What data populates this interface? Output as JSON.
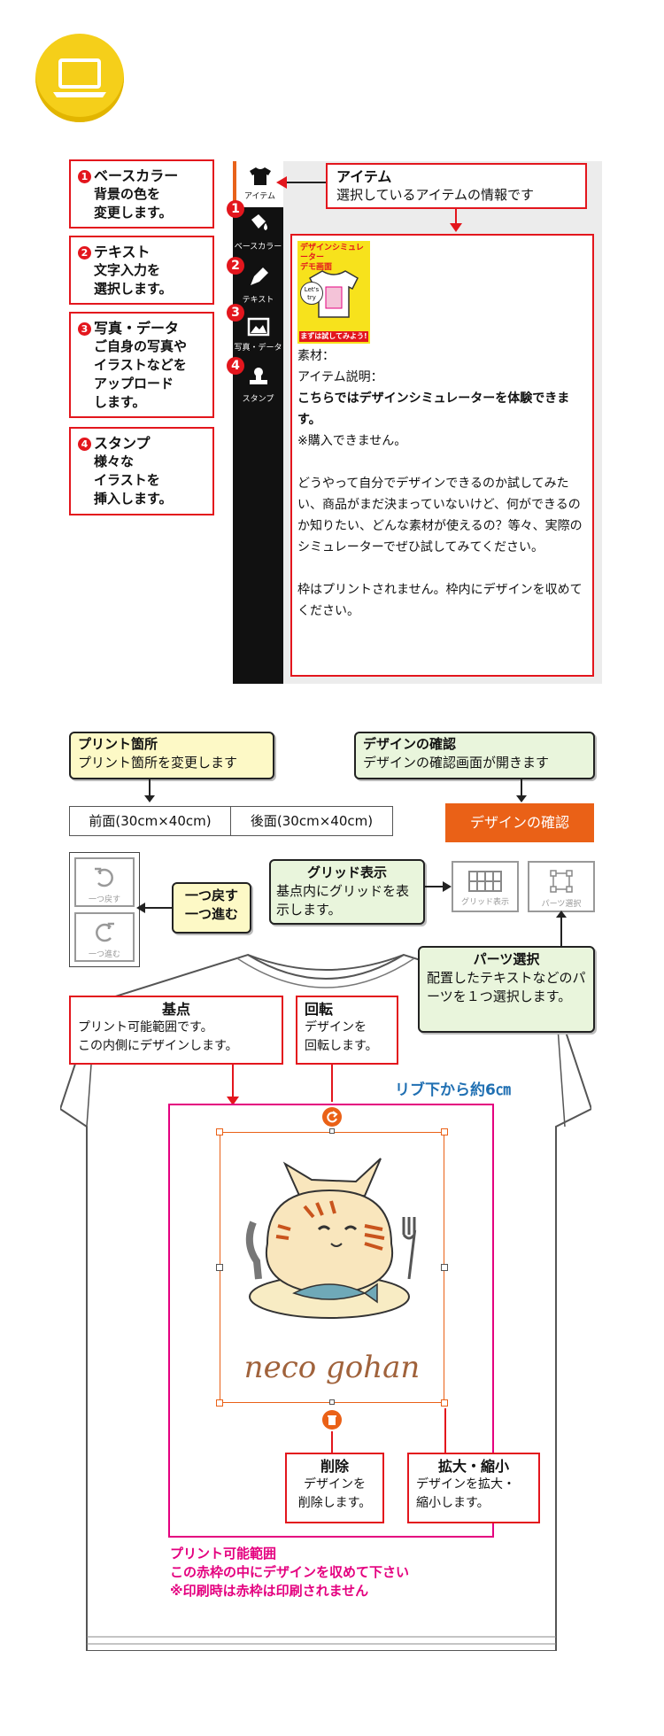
{
  "badge": {
    "icon": "laptop-icon"
  },
  "callouts": {
    "base_color": {
      "num": "1",
      "title": "ベースカラー",
      "lines": [
        "背景の色を",
        "変更します。"
      ]
    },
    "text": {
      "num": "2",
      "title": "テキスト",
      "lines": [
        "文字入力を",
        "選択します。"
      ]
    },
    "photo": {
      "num": "3",
      "title": "写真・データ",
      "lines": [
        "ご自身の写真や",
        "イラストなどを",
        "アップロード",
        "します。"
      ]
    },
    "stamp": {
      "num": "4",
      "title": "スタンプ",
      "lines": [
        "様々な",
        "イラストを",
        "挿入します。"
      ]
    },
    "item": {
      "title": "アイテム",
      "desc": "選択しているアイテムの情報です"
    }
  },
  "sidebar": {
    "items": [
      {
        "label": "アイテム",
        "icon": "tshirt-icon"
      },
      {
        "label": "ベースカラー",
        "icon": "paint-bucket-icon",
        "num": "1"
      },
      {
        "label": "テキスト",
        "icon": "pen-icon",
        "num": "2"
      },
      {
        "label": "写真・データ",
        "icon": "image-icon",
        "num": "3"
      },
      {
        "label": "スタンプ",
        "icon": "stamp-icon",
        "num": "4"
      }
    ]
  },
  "item_info": {
    "demo_title_1": "デザインシミュレーター",
    "demo_title_2": "デモ画面",
    "demo_badge": "Let's try",
    "demo_footer": "まずは試してみよう!",
    "material": "素材：",
    "desc_label": "アイテム説明：",
    "desc_bold": "こちらではデザインシミュレーターを体験できます。",
    "note": "※購入できません。",
    "paragraph": "どうやって自分でデザインできるのか試してみたい、商品がまだ決まっていないけど、何ができるのか知りたい、どんな素材が使えるの？等々、実際のシミュレーターでぜひ試してみてください。",
    "frame_note": "枠はプリントされません。枠内にデザインを収めてください。"
  },
  "print_location": {
    "title": "プリント箇所",
    "desc": "プリント箇所を変更します"
  },
  "design_check": {
    "title": "デザインの確認",
    "desc": "デザインの確認画面が開きます"
  },
  "tabs": [
    {
      "label": "前面(30cm×40cm)"
    },
    {
      "label": "後面(30cm×40cm)"
    }
  ],
  "confirm_button": "デザインの確認",
  "undo": {
    "label": "一つ戻す",
    "icon": "undo-icon"
  },
  "redo": {
    "label": "一つ進む",
    "icon": "redo-icon"
  },
  "undo_redo_note": {
    "line1": "一つ戻す",
    "line2": "一つ進む"
  },
  "grid_note": {
    "title": "グリッド表示",
    "desc": "基点内にグリッドを表示します。"
  },
  "grid_button": {
    "label": "グリッド表示",
    "icon": "grid-icon"
  },
  "parts_button": {
    "label": "パーツ選択",
    "icon": "parts-select-icon"
  },
  "parts_note": {
    "title": "パーツ選択",
    "desc": "配置したテキストなどのパーツを１つ選択します。"
  },
  "base_point": {
    "title": "基点",
    "line1": "プリント可能範囲です。",
    "line2": "この内側にデザインします。"
  },
  "rotate": {
    "title": "回転",
    "line1": "デザインを",
    "line2": "回転します。"
  },
  "rib_note": "リブ下から約6㎝",
  "design_text": "neco gohan",
  "delete_note": {
    "title": "削除",
    "line1": "デザインを",
    "line2": "削除します。"
  },
  "scale_note": {
    "title": "拡大・縮小",
    "line1": "デザインを拡大・",
    "line2": "縮小します。"
  },
  "print_area": {
    "line1": "プリント可能範囲",
    "line2": "この赤枠の中にデザインを収めて下さい",
    "line3": "※印刷時は赤枠は印刷されません"
  },
  "colors": {
    "red": "#e3161d",
    "orange": "#ea6117",
    "pink": "#e4007f",
    "blue": "#1f6fb2",
    "yellow": "#f5cf1a"
  }
}
